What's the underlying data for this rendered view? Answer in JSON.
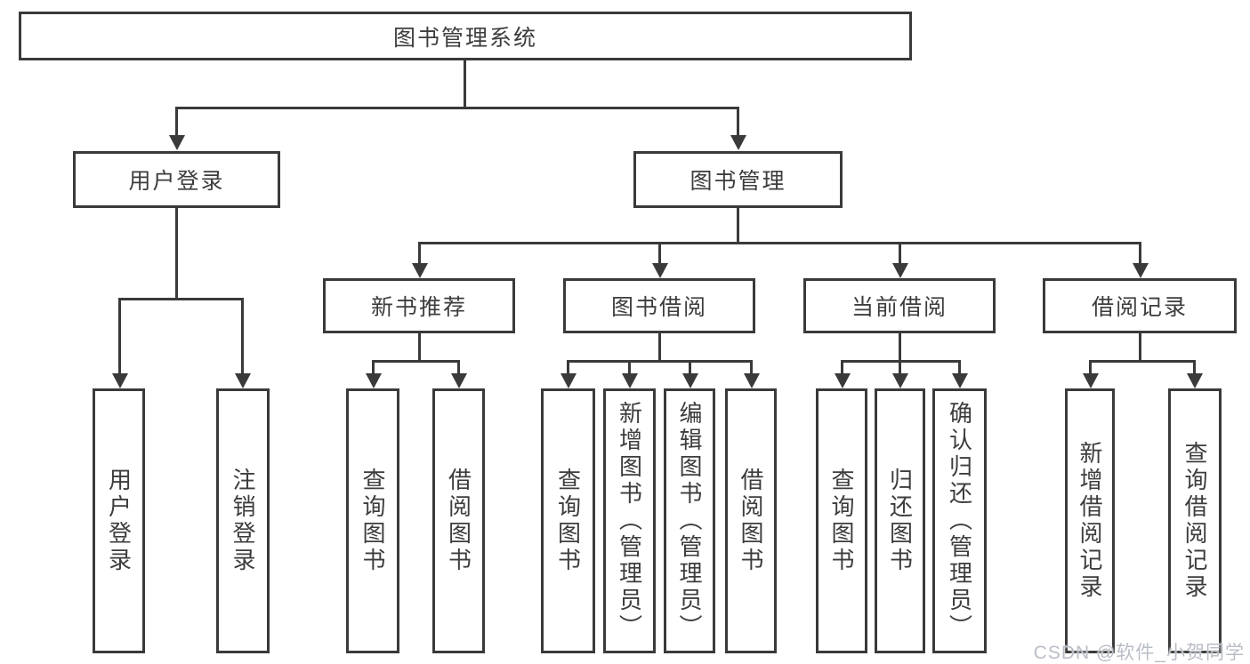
{
  "colors": {
    "line": "#3a3a3a",
    "text": "#3d3d3d",
    "watermark": "#b9bdc6",
    "background": "#ffffff"
  },
  "watermark": "CSDN @软件_小贺同学",
  "tree": {
    "label": "图书管理系统",
    "children": [
      {
        "label": "用户登录",
        "children": [
          {
            "label": "用户登录"
          },
          {
            "label": "注销登录"
          }
        ]
      },
      {
        "label": "图书管理",
        "children": [
          {
            "label": "新书推荐",
            "children": [
              {
                "label": "查询图书"
              },
              {
                "label": "借阅图书"
              }
            ]
          },
          {
            "label": "图书借阅",
            "children": [
              {
                "label": "查询图书"
              },
              {
                "label": "新增图书（管理员）"
              },
              {
                "label": "编辑图书（管理员）"
              },
              {
                "label": "借阅图书"
              }
            ]
          },
          {
            "label": "当前借阅",
            "children": [
              {
                "label": "查询图书"
              },
              {
                "label": "归还图书"
              },
              {
                "label": "确认归还（管理员）"
              }
            ]
          },
          {
            "label": "借阅记录",
            "children": [
              {
                "label": "新增借阅记录"
              },
              {
                "label": "查询借阅记录"
              }
            ]
          }
        ]
      }
    ]
  }
}
